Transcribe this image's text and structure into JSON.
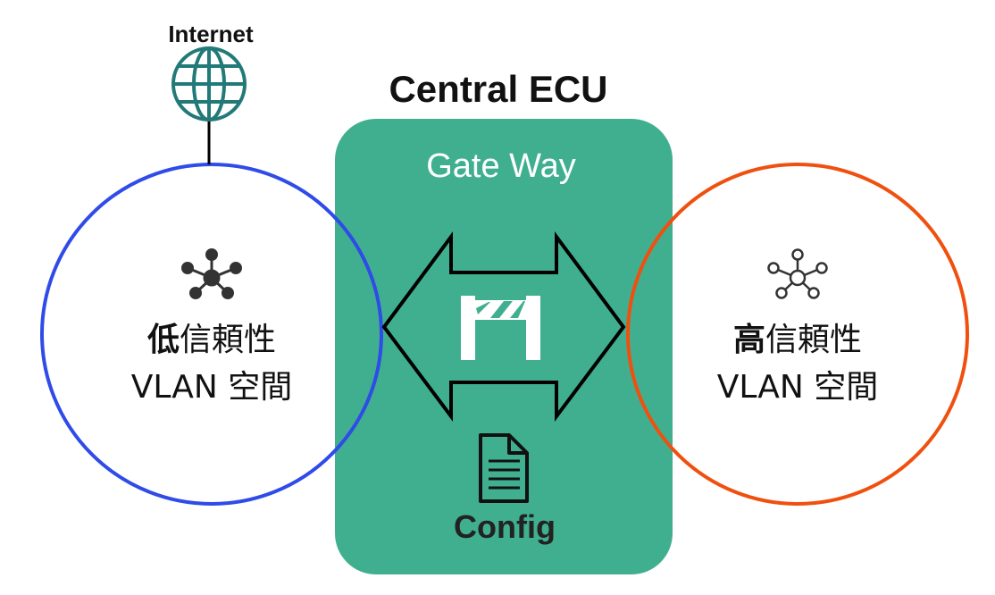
{
  "internet": {
    "label": "Internet",
    "icon": "globe-icon",
    "color": "#227a78"
  },
  "central_ecu": {
    "title": "Central ECU"
  },
  "gateway": {
    "label": "Gate Way",
    "color": "#40af8f",
    "arrow_icon": "double-arrow-icon",
    "barrier_icon": "barrier-icon",
    "config_icon": "document-icon",
    "config_label": "Config"
  },
  "low_trust": {
    "line1_bold": "低",
    "line1_rest": "信頼性",
    "line2": "VLAN 空間",
    "color": "#2f4be8",
    "icon": "network-hub-icon"
  },
  "high_trust": {
    "line1_bold": "高",
    "line1_rest": "信頼性",
    "line2": "VLAN 空間",
    "color": "#f0500f",
    "icon": "network-hub-outline-icon"
  }
}
